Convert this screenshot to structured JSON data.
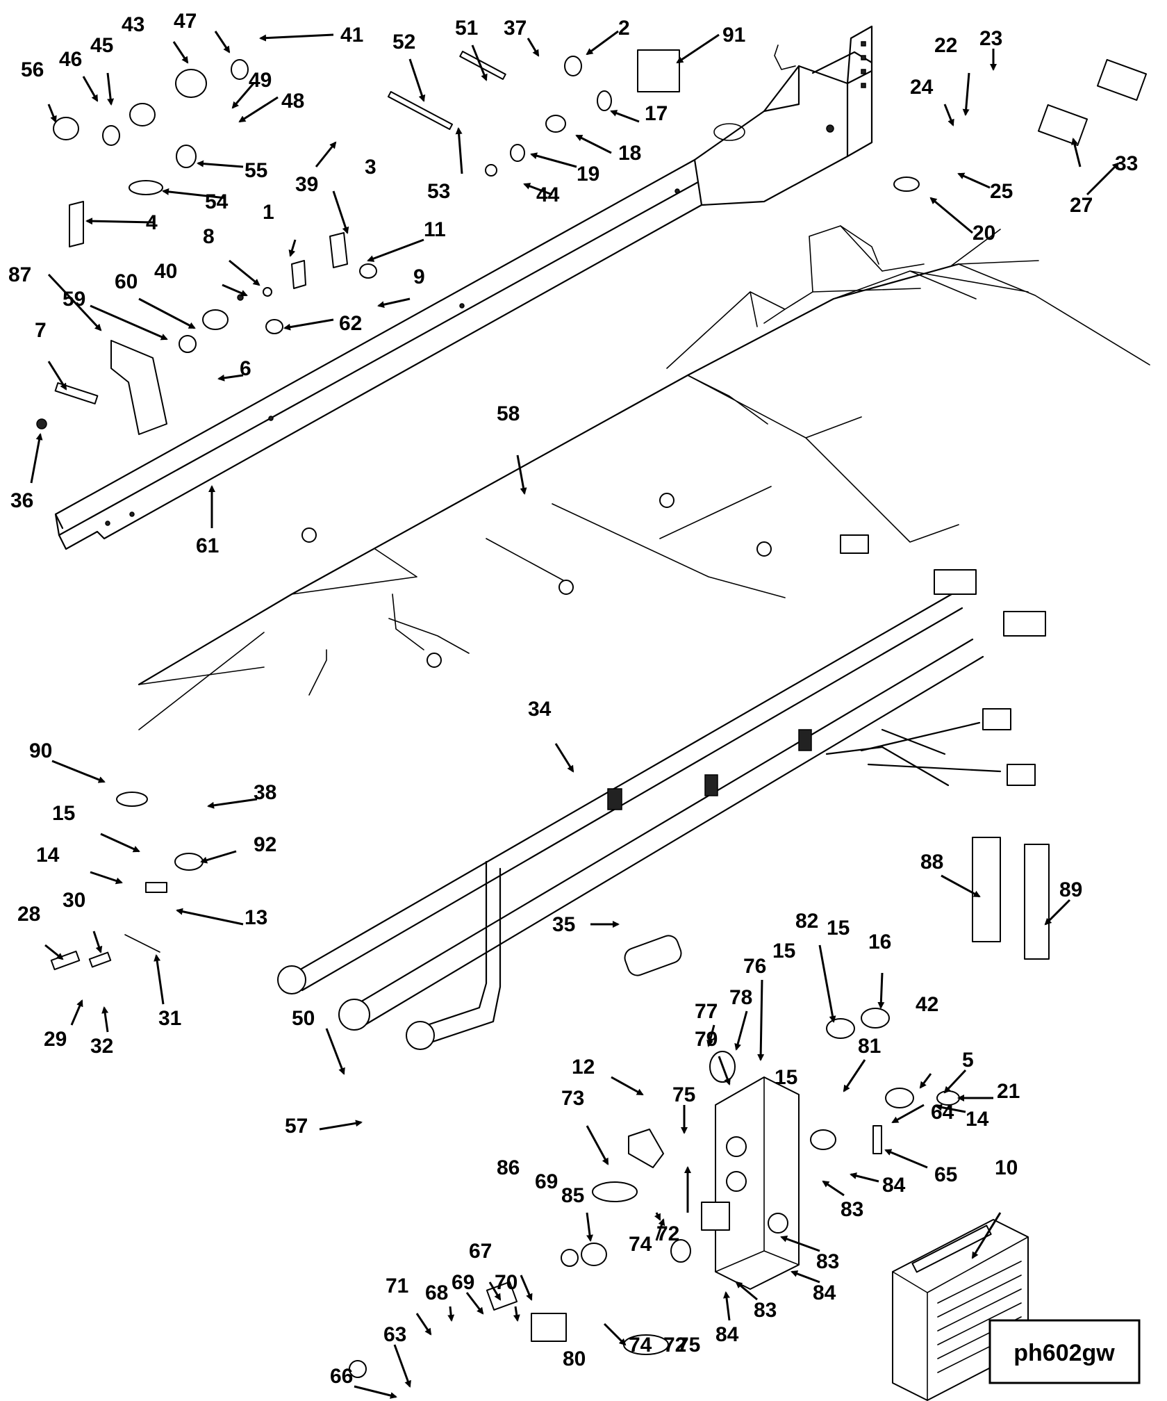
{
  "diagram": {
    "stamp": "ph602gw",
    "callouts": [
      "1",
      "2",
      "3",
      "4",
      "5",
      "6",
      "7",
      "8",
      "9",
      "10",
      "11",
      "12",
      "13",
      "14",
      "15",
      "16",
      "17",
      "18",
      "19",
      "20",
      "21",
      "22",
      "23",
      "24",
      "25",
      "27",
      "28",
      "29",
      "30",
      "31",
      "32",
      "33",
      "34",
      "35",
      "36",
      "37",
      "38",
      "39",
      "40",
      "41",
      "42",
      "43",
      "44",
      "45",
      "46",
      "47",
      "48",
      "49",
      "50",
      "51",
      "52",
      "53",
      "54",
      "55",
      "56",
      "57",
      "58",
      "59",
      "60",
      "61",
      "62",
      "63",
      "64",
      "65",
      "66",
      "67",
      "68",
      "69",
      "70",
      "71",
      "72",
      "73",
      "74",
      "75",
      "76",
      "77",
      "78",
      "79",
      "80",
      "81",
      "82",
      "83",
      "84",
      "85",
      "86",
      "87",
      "88",
      "89",
      "90",
      "91",
      "92"
    ]
  }
}
